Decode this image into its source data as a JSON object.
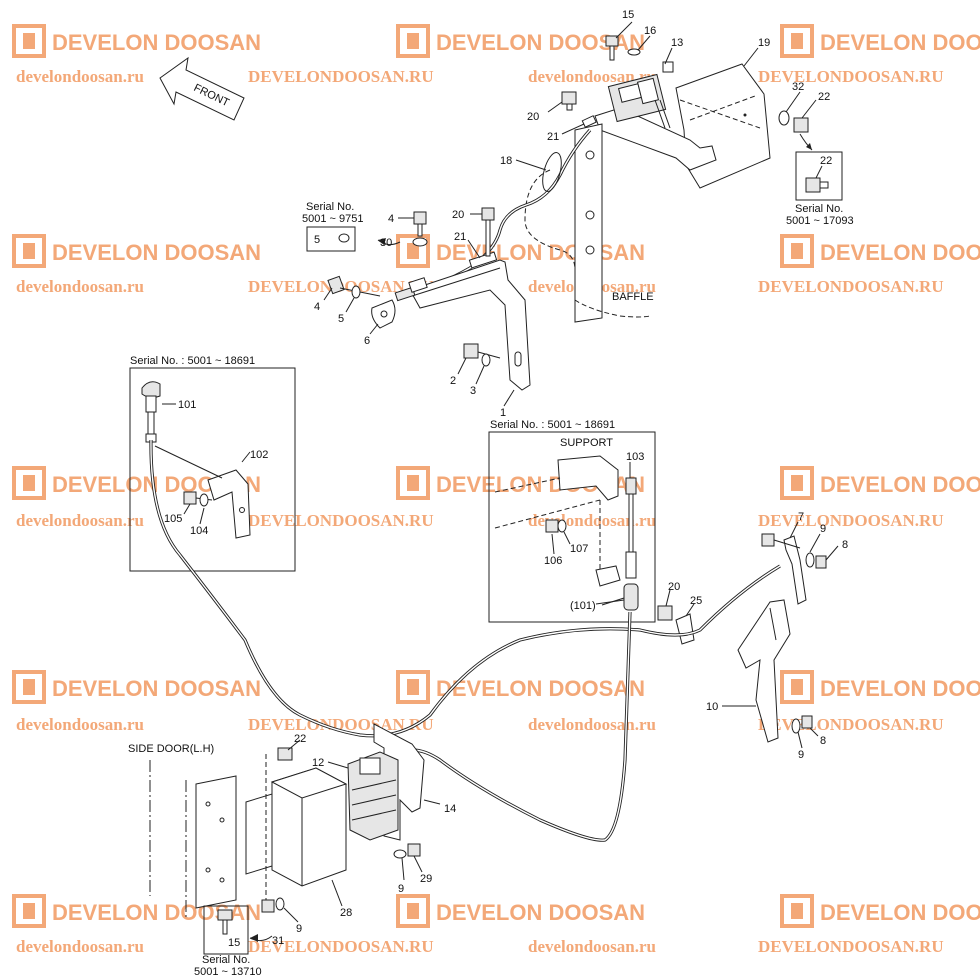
{
  "watermark": {
    "logo_text": "DEVELON DOOSAN",
    "url_lower": "develondoosan.ru",
    "url_upper": "DEVELONDOOSAN.RU"
  },
  "labels": {
    "front": "FRONT",
    "baffle": "BAFFLE",
    "support": "SUPPORT",
    "side_door": "SIDE DOOR(L.H)"
  },
  "serials": {
    "s9751_title": "Serial No.",
    "s9751_range": "5001 ~ 9751",
    "s17093_title": "Serial No.",
    "s17093_range": "5001 ~ 17093",
    "s18691_left": "Serial No. : 5001 ~ 18691",
    "s18691_right": "Serial No. : 5001 ~ 18691",
    "s13710_title": "Serial No.",
    "s13710_range": "5001 ~ 13710"
  },
  "callouts": {
    "c15_top": "15",
    "c16": "16",
    "c13": "13",
    "c19": "19",
    "c20_top": "20",
    "c21_top": "21",
    "c32": "32",
    "c22_top": "22",
    "c22_box": "22",
    "c18": "18",
    "c20_mid": "20",
    "c21_mid": "21",
    "c4_top": "4",
    "c5_box": "5",
    "c30": "30",
    "c4_mid": "4",
    "c5_mid": "5",
    "c6": "6",
    "c2": "2",
    "c3": "3",
    "c1": "1",
    "c101": "101",
    "c102": "102",
    "c105": "105",
    "c104": "104",
    "c103": "103",
    "c106": "106",
    "c107": "107",
    "c101p": "(101)",
    "c7": "7",
    "c9_r1": "9",
    "c8_r1": "8",
    "c20_r": "20",
    "c25": "25",
    "c10": "10",
    "c9_r2": "9",
    "c8_r2": "8",
    "c22_bot": "22",
    "c12": "12",
    "c14": "14",
    "c9_bot": "9",
    "c29": "29",
    "c28": "28",
    "c9_bl": "9",
    "c15_box": "15",
    "c31": "31"
  },
  "colors": {
    "watermark": "#f3a878",
    "ink": "#222222",
    "background": "#ffffff"
  }
}
